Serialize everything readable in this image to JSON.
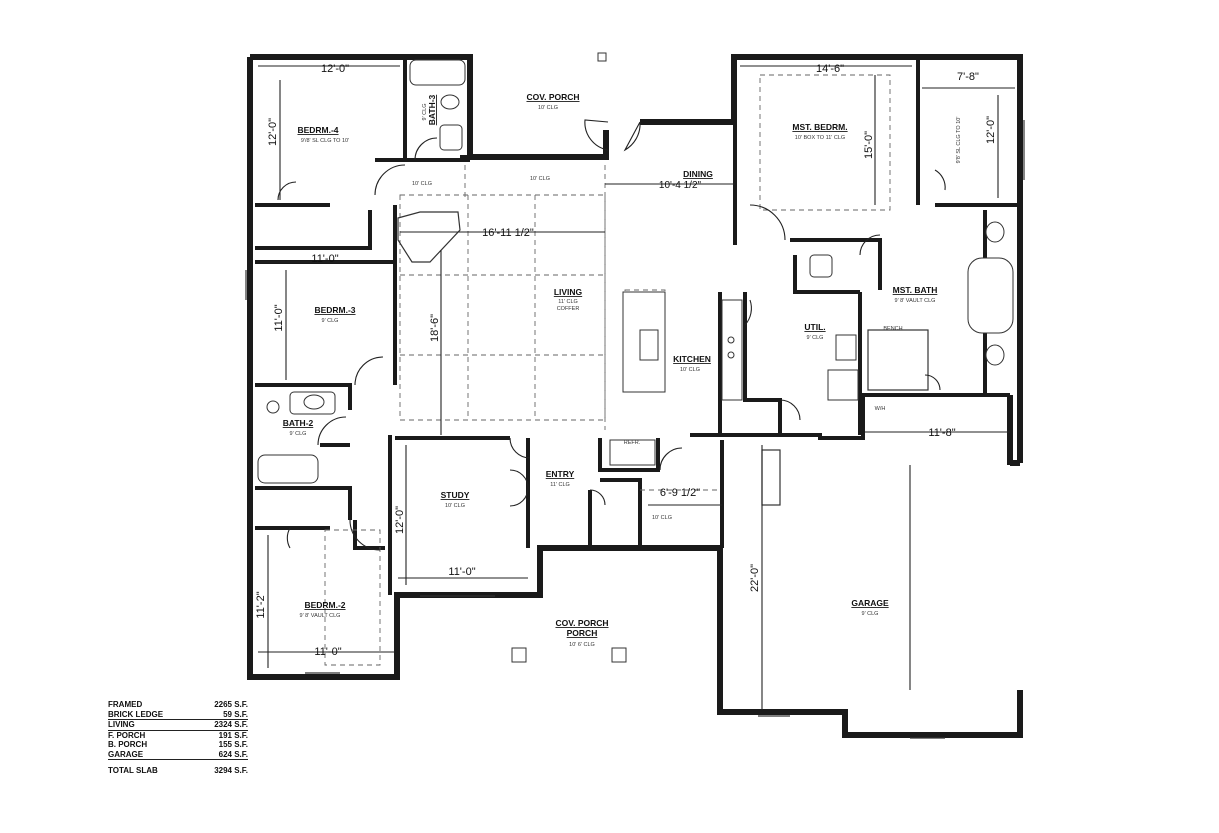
{
  "rooms": {
    "bedrm4": {
      "name": "BEDRM.-4",
      "note": "9'/8' SL CLG TO 10'"
    },
    "bath3": {
      "name": "BATH-3",
      "note": "9' CLG"
    },
    "cov_porch_rear": {
      "name": "COV. PORCH",
      "note": "10' CLG"
    },
    "mst_bedrm": {
      "name": "MST. BEDRM.",
      "note": "10' BOX TO 11' CLG"
    },
    "dining": {
      "name": "DINING"
    },
    "bedrm3": {
      "name": "BEDRM.-3",
      "note": "9' CLG"
    },
    "living": {
      "name": "LIVING",
      "note": "11' CLG",
      "note2": "COFFER"
    },
    "kitchen": {
      "name": "KITCHEN",
      "note": "10' CLG"
    },
    "util": {
      "name": "UTIL.",
      "note": "9' CLG"
    },
    "mst_bath": {
      "name": "MST. BATH",
      "note": "9' 8' VAULT CLG"
    },
    "bath2": {
      "name": "BATH-2",
      "note": "9' CLG"
    },
    "study": {
      "name": "STUDY",
      "note": "10' CLG"
    },
    "entry": {
      "name": "ENTRY",
      "note": "11' CLG"
    },
    "bedrm2": {
      "name": "BEDRM.-2",
      "note": "9' 8' VAULT CLG"
    },
    "cov_porch_front": {
      "name": "COV. PORCH",
      "note": "10' 6' CLG"
    },
    "garage": {
      "name": "GARAGE",
      "note": "9' CLG"
    }
  },
  "misc_notes": {
    "hall_clg": "10' CLG",
    "hall_clg2": "10' CLG",
    "bench": "BENCH",
    "mst_closet": "9'8' SL CLG TO 10'",
    "wh": "W/H",
    "pantry_clg": "10' CLG",
    "refr": "REFR."
  },
  "dimensions": {
    "bedrm4_w": "12'-0\"",
    "bedrm4_h": "12'-0\"",
    "mst_w": "14'-6\"",
    "mst_h": "15'-0\"",
    "closet_w": "7'-8\"",
    "closet_h": "12'-0\"",
    "dining_w": "10'-4 1/2\"",
    "living_w": "16'-11 1/2\"",
    "living_h": "18'-6\"",
    "bedrm3_w": "11'-0\"",
    "bedrm3_h": "11'-0\"",
    "garage_top": "11'-8\"",
    "pantry_w": "6'-9 1/2\"",
    "study_h": "12'-0\"",
    "study_w": "11'-0\"",
    "garage_h": "22'-0\"",
    "bedrm2_h": "11'-2\"",
    "bedrm2_w": "11'-0\""
  },
  "area_table": [
    {
      "label": "FRAMED",
      "value": "2265 S.F."
    },
    {
      "label": "BRICK LEDGE",
      "value": "59 S.F."
    },
    {
      "label": "LIVING",
      "value": "2324 S.F."
    },
    {
      "label": "F. PORCH",
      "value": "191 S.F."
    },
    {
      "label": "B. PORCH",
      "value": "155 S.F."
    },
    {
      "label": "GARAGE",
      "value": "624 S.F."
    },
    {
      "label": "TOTAL SLAB",
      "value": "3294 S.F."
    }
  ]
}
